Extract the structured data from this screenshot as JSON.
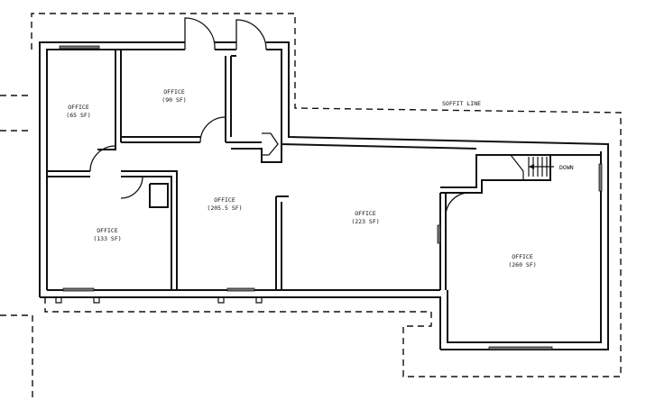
{
  "rooms": [
    {
      "id": "office-a",
      "name": "OFFICE",
      "area": "(65 SF)"
    },
    {
      "id": "office-b",
      "name": "OFFICE",
      "area": "(90 SF)"
    },
    {
      "id": "office-c",
      "name": "OFFICE",
      "area": "(205.5 SF)"
    },
    {
      "id": "office-d",
      "name": "OFFICE",
      "area": "(133 SF)"
    },
    {
      "id": "office-e",
      "name": "OFFICE",
      "area": "(223 SF)"
    },
    {
      "id": "office-f",
      "name": "OFFICE",
      "area": "(260 SF)"
    }
  ],
  "annotations": {
    "soffit": "SOFFIT LINE",
    "stair": "DOWN"
  }
}
